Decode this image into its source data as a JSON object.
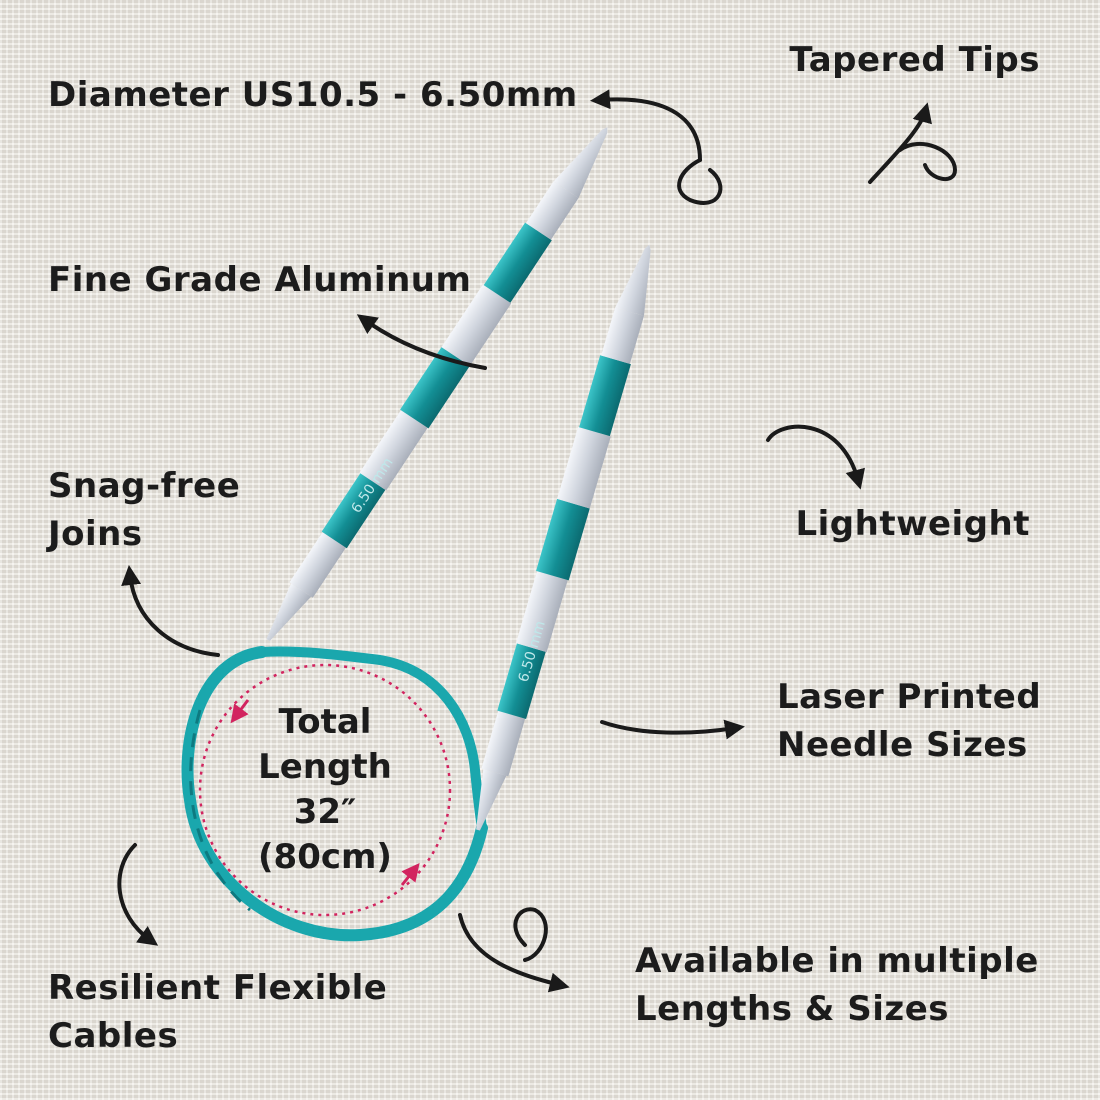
{
  "labels": {
    "diameter": "Diameter US10.5 - 6.50mm",
    "tapered_tips": "Tapered Tips",
    "aluminum": "Fine Grade Aluminum",
    "snag_free_1": "Snag-free",
    "snag_free_2": "Joins",
    "lightweight": "Lightweight",
    "laser_1": "Laser Printed",
    "laser_2": "Needle Sizes",
    "resilient_1": "Resilient Flexible",
    "resilient_2": "Cables",
    "available_1": "Available in multiple",
    "available_2": "Lengths & Sizes",
    "length_1": "Total",
    "length_2": "Length",
    "length_3": "32″",
    "length_4": "(80cm)"
  },
  "needle_marking": "6.50 mm",
  "colors": {
    "needle_teal": "#179aa0",
    "needle_silver": "#dfe3ea",
    "cable": "#1aa7ad",
    "dotted_circle": "#d2245f",
    "arrow": "#1a1a1a"
  }
}
